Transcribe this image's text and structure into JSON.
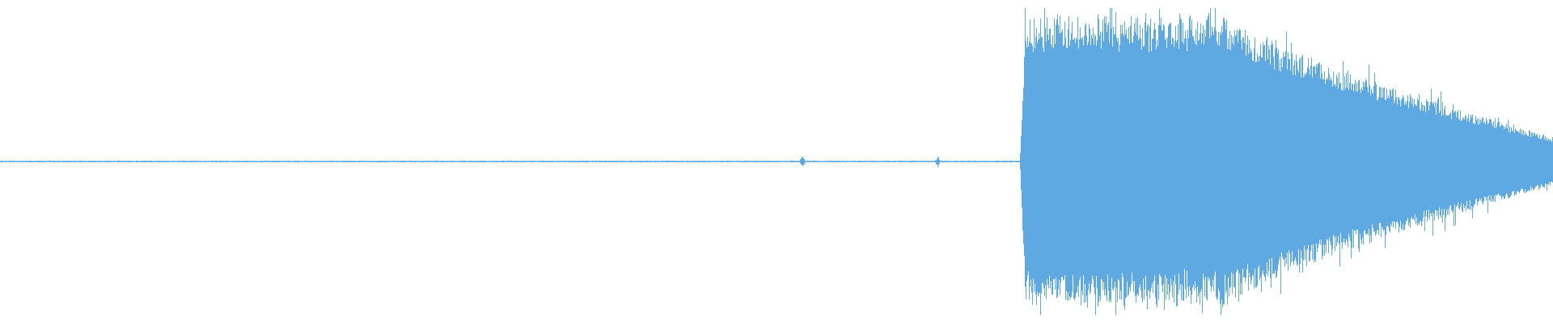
{
  "waveform": {
    "color": "#5ea9e1",
    "background": "#ffffff",
    "envelope": {
      "silence_amplitude": 0.006,
      "click_events": [
        {
          "t": 0.5165,
          "amplitude": 0.05
        },
        {
          "t": 0.6036,
          "amplitude": 0.04
        }
      ],
      "onset_t": 0.6565,
      "peak_amplitude": 0.97,
      "decay_end_t": 1.0,
      "decay_end_amplitude": 0.16
    }
  }
}
